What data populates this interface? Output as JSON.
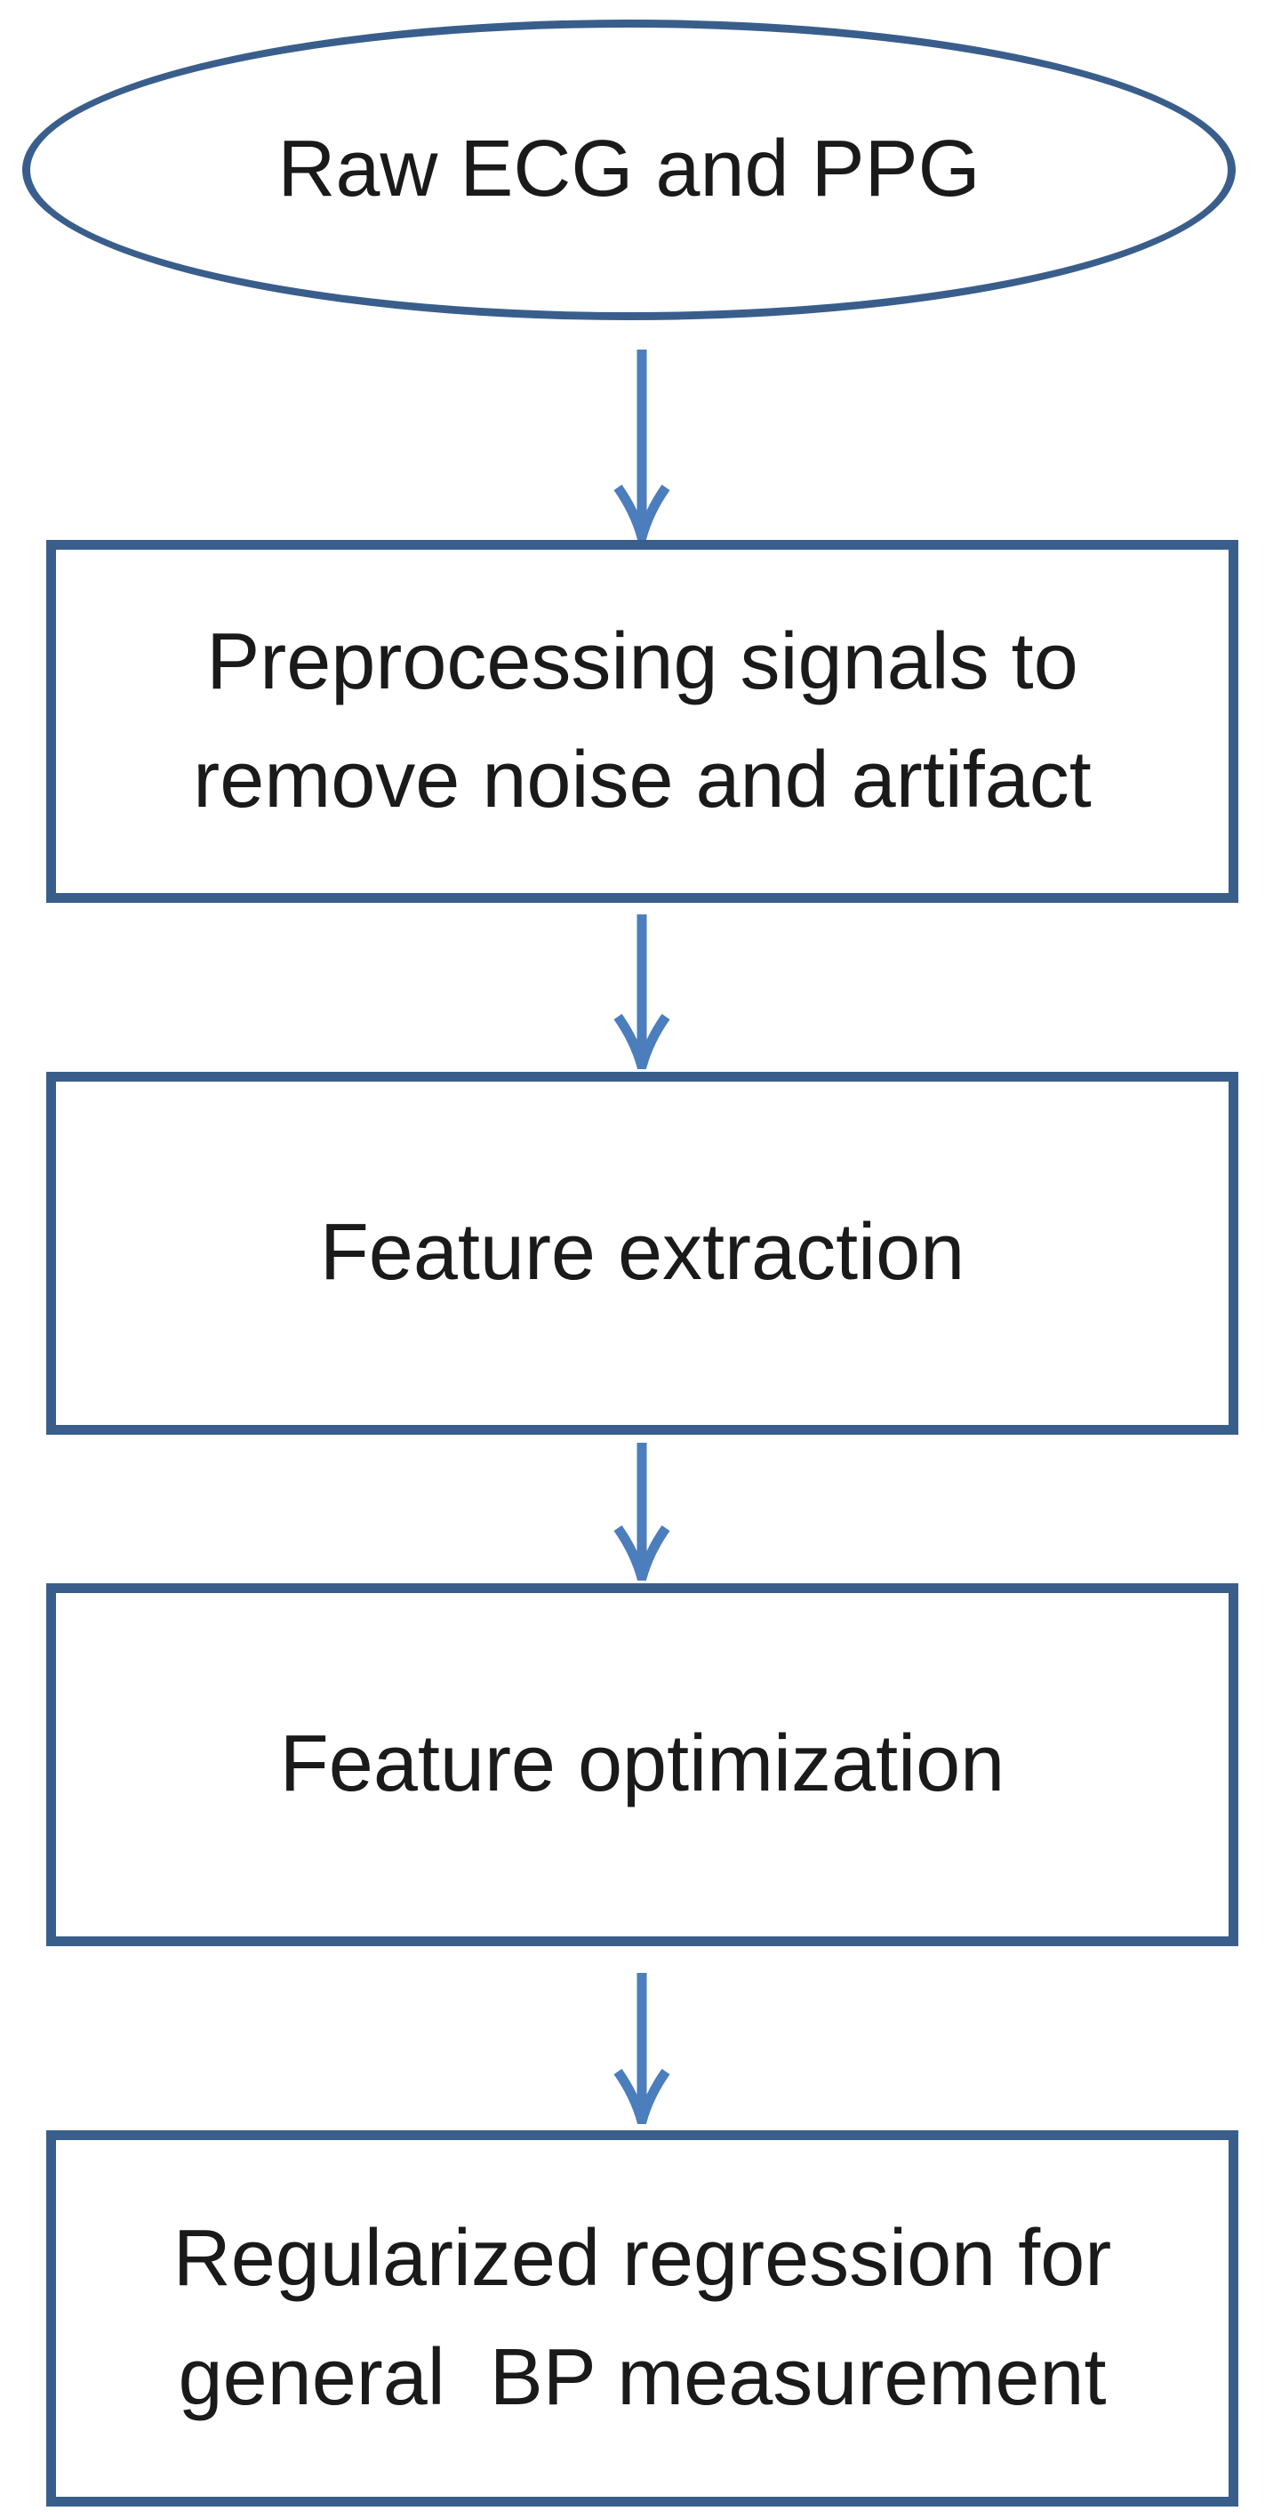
{
  "diagram": {
    "type": "flowchart",
    "direction": "top-down",
    "colors": {
      "shape_border": "#3a5e8c",
      "arrow": "#4c7dbc",
      "text": "#1a1a1a",
      "background": "#ffffff"
    },
    "nodes": [
      {
        "id": "raw-signals",
        "shape": "ellipse",
        "text": "Raw ECG and PPG"
      },
      {
        "id": "preprocessing",
        "shape": "rectangle",
        "text": "Preprocessing signals to\nremove noise and artifact"
      },
      {
        "id": "feature-extraction",
        "shape": "rectangle",
        "text": "Feature extraction"
      },
      {
        "id": "feature-optimization",
        "shape": "rectangle",
        "text": "Feature optimization"
      },
      {
        "id": "regularized-regression",
        "shape": "rectangle",
        "text": "Regularized regression for\ngeneral  BP measurement"
      }
    ],
    "edges": [
      {
        "from": "raw-signals",
        "to": "preprocessing"
      },
      {
        "from": "preprocessing",
        "to": "feature-extraction"
      },
      {
        "from": "feature-extraction",
        "to": "feature-optimization"
      },
      {
        "from": "feature-optimization",
        "to": "regularized-regression"
      }
    ]
  }
}
